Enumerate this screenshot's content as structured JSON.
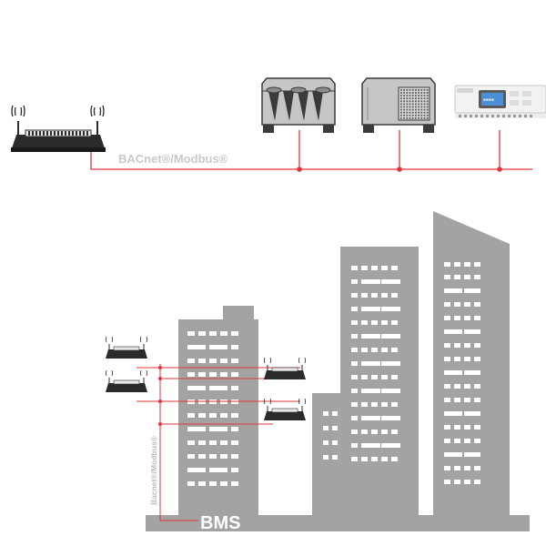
{
  "top_network": {
    "protocol_label": "BACnet®/Modbus®",
    "gateway_icon": "wifi-gateway-icon",
    "devices": [
      {
        "icon": "chiller-icon"
      },
      {
        "icon": "air-handling-unit-icon"
      },
      {
        "icon": "controller-icon"
      }
    ]
  },
  "building_network": {
    "protocol_label": "Bacnet®/Modbus®",
    "bms_label": "BMS",
    "gateway_icon": "wifi-gateway-icon"
  },
  "colors": {
    "line": "#e0343c",
    "building": "#a3a4a2",
    "device_body": "#c6c6c6",
    "device_dark": "#3b3b3b",
    "protocol_text": "#c9c9c9"
  }
}
